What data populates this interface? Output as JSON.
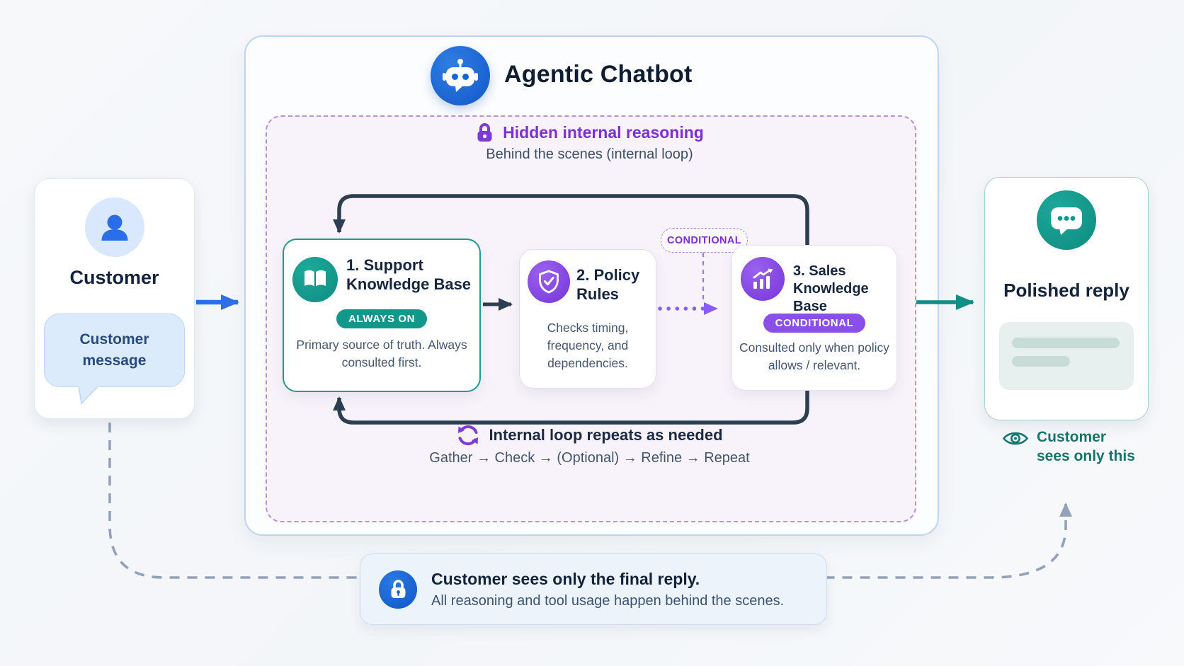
{
  "header": {
    "title": "Agentic Chatbot"
  },
  "customer": {
    "label": "Customer",
    "bubble": "Customer message"
  },
  "hidden": {
    "title": "Hidden internal reasoning",
    "subtitle": "Behind the scenes (internal loop)"
  },
  "box1": {
    "title": "1. Support Knowledge Base",
    "badge": "ALWAYS ON",
    "body": "Primary source of truth. Always consulted first."
  },
  "box2": {
    "title": "2. Policy Rules",
    "body": "Checks timing, frequency, and dependencies."
  },
  "box3": {
    "title": "3. Sales Knowledge Base",
    "badge": "CONDITIONAL",
    "body": "Consulted only when policy allows / relevant."
  },
  "conditional_tag": {
    "label": "CONDITIONAL"
  },
  "loop": {
    "title": "Internal loop repeats as needed",
    "steps": "Gather → Check → (Optional) → Refine → Repeat"
  },
  "reply": {
    "label": "Polished reply",
    "caption": "Customer sees only this"
  },
  "footnote": {
    "title": "Customer sees only the final reply.",
    "subtitle": "All reasoning and tool usage happen behind the scenes."
  },
  "colors": {
    "blue_accent": "#2e6fe8",
    "robot_blue": "#1565d8",
    "teal": "#12988a",
    "teal_arrow": "#0f8f85",
    "teal_border": "#25998c",
    "purple": "#8a4fe8",
    "purple_text": "#7d2fd4",
    "lavender_dashed": "#b893d9",
    "navy_text": "#16243e",
    "slate_text": "#45566f",
    "loop_dark": "#2c3e52",
    "dashed_gray": "#93a2ba",
    "inner_bg": "#f8f3fa",
    "container_border": "#bdd5ef"
  }
}
